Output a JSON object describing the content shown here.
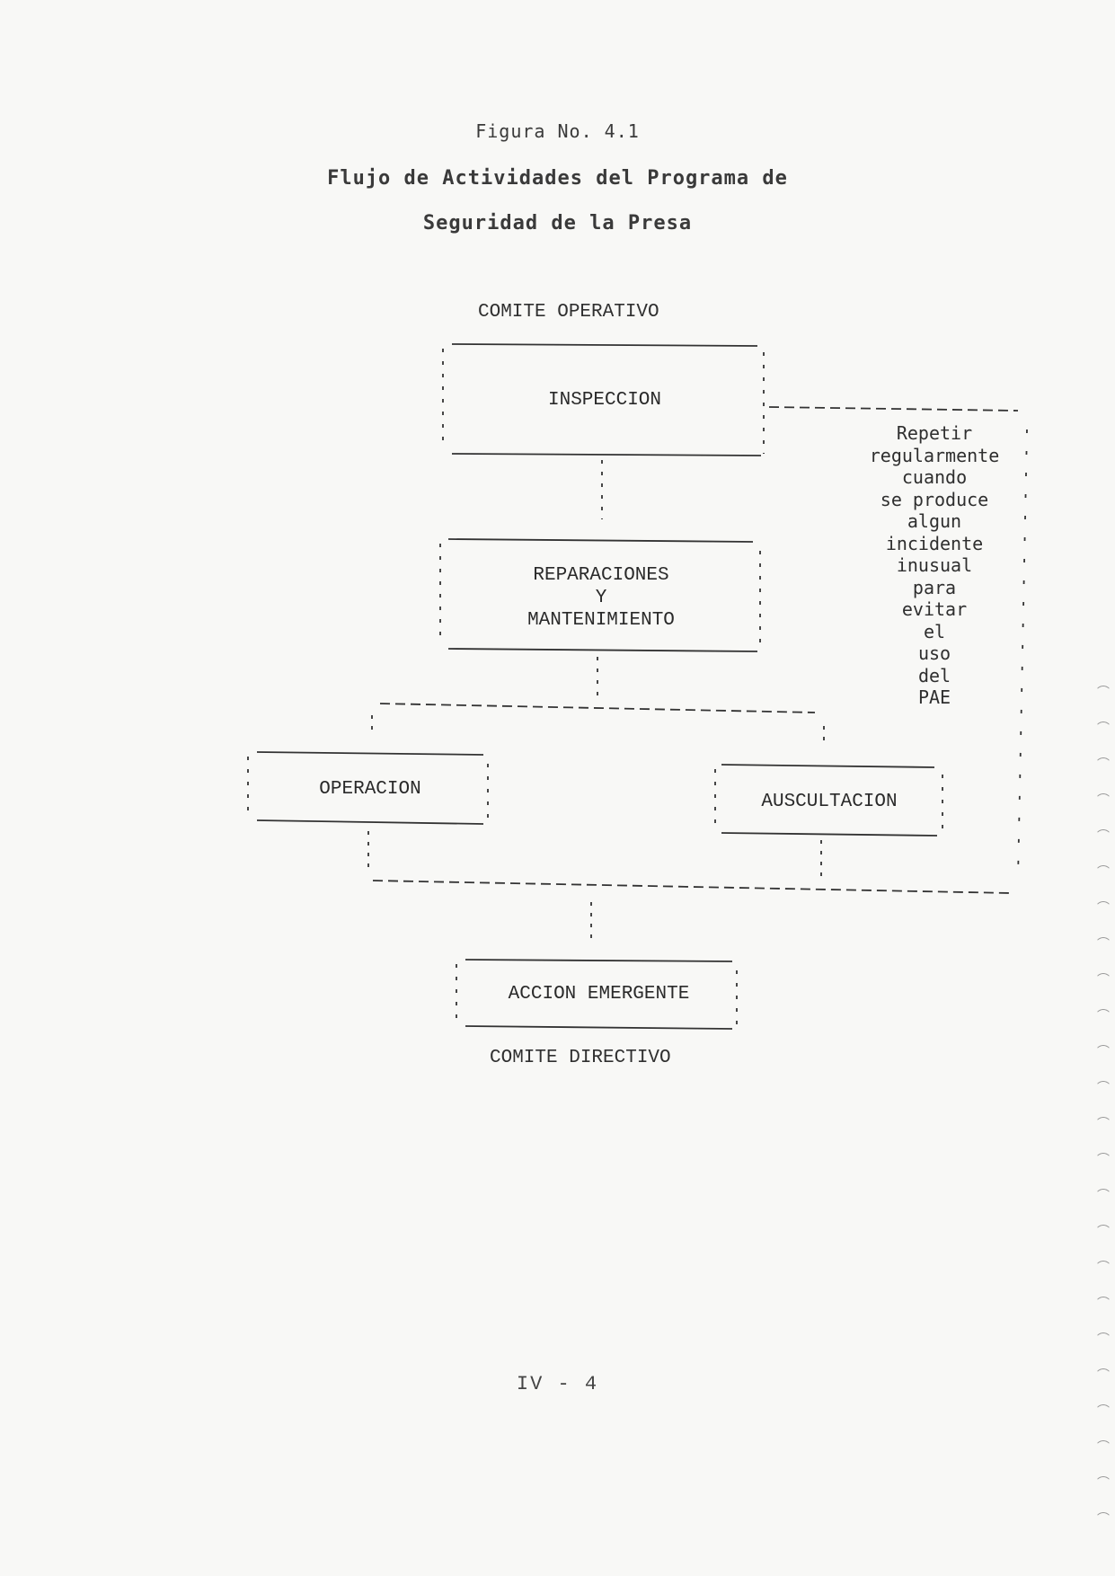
{
  "figure": {
    "number": "Figura No. 4.1",
    "title_line1": "Flujo de Actividades del Programa de",
    "title_line2": "Seguridad de la Presa"
  },
  "diagram": {
    "top_label": "COMITE OPERATIVO",
    "bottom_label": "COMITE DIRECTIVO",
    "nodes": {
      "inspeccion": "INSPECCION",
      "reparaciones": [
        "REPARACIONES",
        "Y",
        "MANTENIMIENTO"
      ],
      "operacion": "OPERACION",
      "auscultacion": "AUSCULTACION",
      "accion_emergente": "ACCION EMERGENTE"
    },
    "loop_note": [
      "Repetir",
      "regularmente",
      "cuando",
      "se produce",
      "algun",
      "incidente",
      "inusual",
      "para",
      "evitar",
      "el",
      "uso",
      "del",
      "PAE"
    ]
  },
  "footer": {
    "page_number": "IV - 4"
  }
}
